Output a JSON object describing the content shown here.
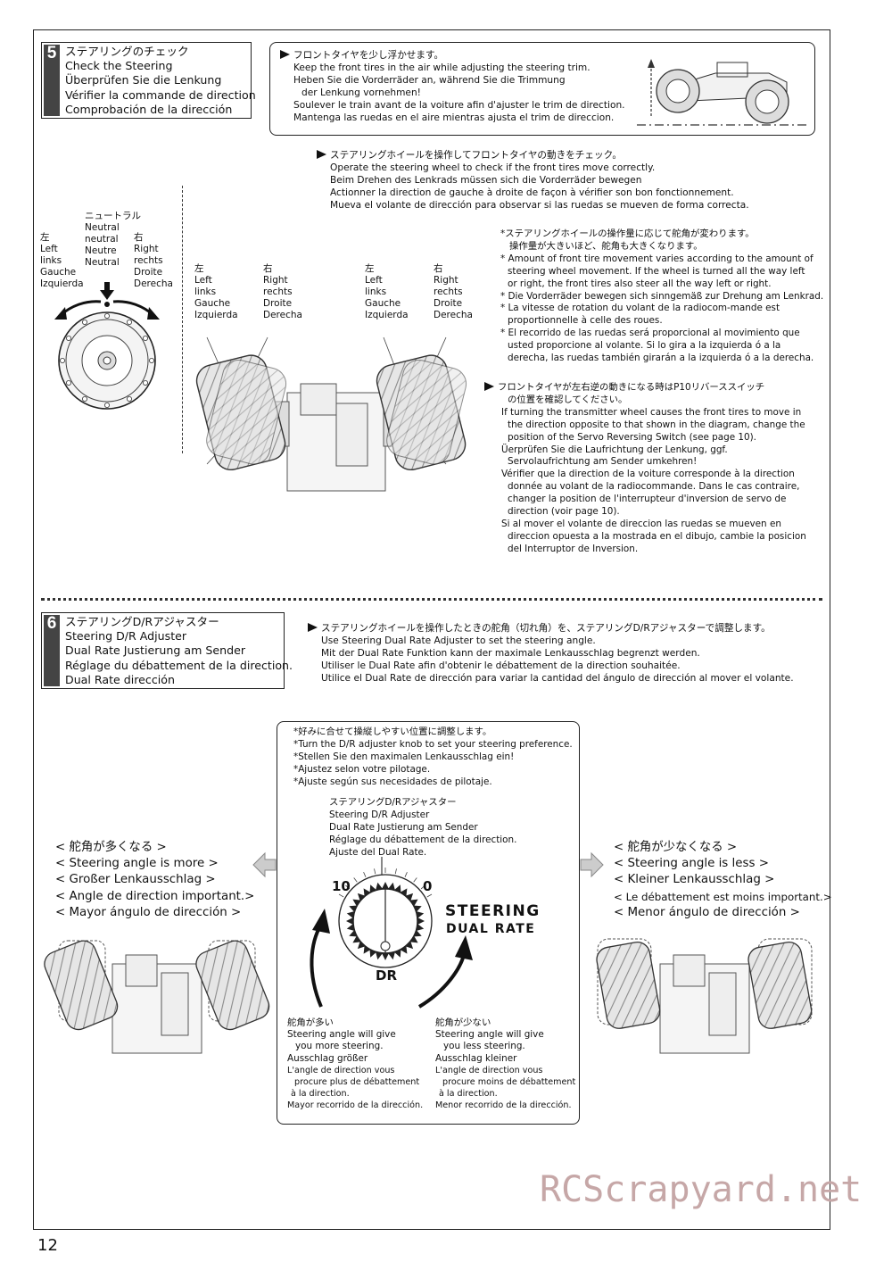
{
  "page_number": "12",
  "watermark": "RCScrapyard.net",
  "step5": {
    "number": "5",
    "titles": [
      "ステアリングのチェック",
      "Check the Steering",
      "Überprüfen Sie die Lenkung",
      "Vérifier la commande de direction",
      "Comprobación de la dirección"
    ],
    "box_lines": [
      "フロントタイヤを少し浮かせます。",
      "Keep the front tires in the air while adjusting the steering trim.",
      "Heben Sie die Vorderräder an, während Sie die Trimmung",
      "der Lenkung vornehmen!",
      "Soulever le train avant de la voiture afin d'ajuster le trim de direction.",
      "Mantenga las ruedas en el aire mientras ajusta el trim de direccion."
    ],
    "check_lines": [
      "ステアリングホイールを操作してフロントタイヤの動きをチェック。",
      "Operate the steering wheel to check if the front tires move correctly.",
      "Beim Drehen des Lenkrads müssen sich die Vorderräder bewegen",
      "Actionner la direction de gauche à droite de façon à vérifier son bon fonctionnement.",
      "Mueva el volante de dirección para observar si las ruedas se mueven de forma correcta."
    ],
    "neutral": [
      "ニュートラル",
      "Neutral",
      "neutral",
      "Neutre",
      "Neutral"
    ],
    "left": [
      "左",
      "Left",
      "links",
      "Gauche",
      "Izquierda"
    ],
    "right": [
      "右",
      "Right",
      "rechts",
      "Droite",
      "Derecha"
    ],
    "notes": [
      "*ステアリングホイールの操作量に応じて舵角が変わります。",
      "操作量が大きいほど、舵角も大きくなります。",
      "* Amount of front tire movement varies according to the amount of",
      "steering wheel movement.  If the wheel is turned all the way left",
      "or right, the front tires also steer all the way left or right.",
      "* Die Vorderräder bewegen sich sinngemäß zur Drehung am Lenkrad.",
      "* La vitesse de rotation du volant de la radiocom-mande est",
      "proportionnelle à celle des roues.",
      "* El recorrido de las ruedas será proporcional al movimiento que",
      "usted proporcione al volante.  Si lo gira a la izquierda ó a la",
      "derecha, las ruedas también girarán a la izquierda ó a la derecha."
    ],
    "reverse": [
      "フロントタイヤが左右逆の動きになる時はP10リバーススイッチ",
      "の位置を確認してください。",
      "If turning the transmitter wheel causes the front tires to move in",
      "the direction opposite to that shown in the diagram, change the",
      "position of the Servo Reversing Switch (see page 10).",
      "Üerprüfen Sie die Laufrichtung der Lenkung, ggf.",
      "Servolaufrichtung am Sender umkehren!",
      "Vérifier que la direction de la voiture corresponde à la direction",
      "donnée au volant de la radiocommande.  Dans le cas contraire,",
      "changer la position de l'interrupteur d'inversion de servo de",
      "direction (voir page 10).",
      "Si al mover el volante de direccion las ruedas se mueven en",
      "direccion opuesta a la mostrada en el dibujo, cambie la posicion",
      "del Interruptor de Inversion."
    ]
  },
  "step6": {
    "number": "6",
    "titles": [
      "ステアリングD/Rアジャスター",
      "Steering D/R Adjuster",
      "Dual Rate Justierung am Sender",
      "Réglage du débattement de la direction.",
      "Dual Rate dirección"
    ],
    "lines": [
      "ステアリングホイールを操作したときの舵角（切れ角）を、ステアリングD/Rアジャスターで調整します。",
      "Use Steering Dual Rate Adjuster to set the steering angle.",
      "Mit der Dual Rate Funktion kann der maximale Lenkausschlag begrenzt werden.",
      "Utiliser le Dual Rate afin d'obtenir le débattement de la direction souhaitée.",
      "Utilice el Dual Rate de dirección para variar la cantidad del ángulo de dirección al mover el volante."
    ],
    "pref": [
      "*好みに合せて操縦しやすい位置に調整します。",
      "*Turn the D/R adjuster knob to set your steering preference.",
      "*Stellen Sie den maximalen Lenkausschlag ein!",
      "*Ajustez selon votre pilotage.",
      "*Ajuste según sus necesidades de pilotaje."
    ],
    "adjuster": [
      "ステアリングD/Rアジャスター",
      "Steering D/R Adjuster",
      "Dual Rate Justierung am Sender",
      "Réglage du débattement de la direction.",
      "Ajuste del Dual Rate."
    ],
    "more": [
      "< 舵角が多くなる >",
      "< Steering angle is more >",
      "< Großer Lenkausschlag >",
      "< Angle de direction important.>",
      "< Mayor ángulo de dirección >"
    ],
    "less": [
      "< 舵角が少なくなる >",
      "< Steering angle is less >",
      "< Kleiner Lenkausschlag >",
      "< Le débattement est moins important.>",
      "< Menor ángulo de dirección >"
    ],
    "dial": {
      "max": "10",
      "min": "0",
      "label": "DR",
      "brand1": "STEERING",
      "brand2": "DUAL RATE"
    },
    "more_note": [
      "舵角が多い",
      "Steering angle will give",
      "you more steering.",
      "Ausschlag größer",
      "L'angle de direction vous",
      "procure plus de débattement",
      "à la direction.",
      "Mayor recorrido de la dirección."
    ],
    "less_note": [
      "舵角が少ない",
      "Steering angle will give",
      "you less steering.",
      "Ausschlag kleiner",
      "L'angle de direction vous",
      "procure moins de débattement",
      "à la direction.",
      "Menor recorrido de la dirección."
    ]
  }
}
